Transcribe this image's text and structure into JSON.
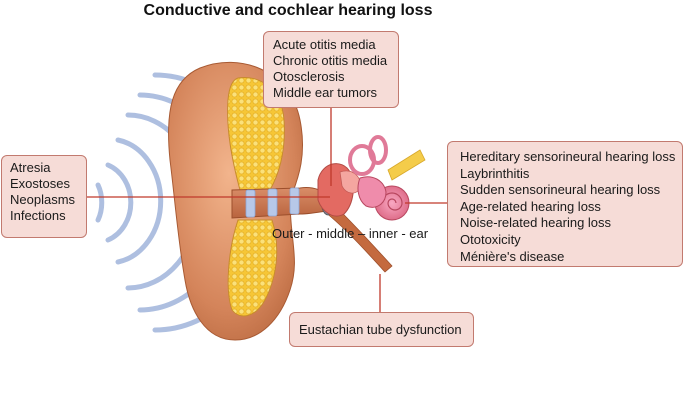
{
  "title": "Conductive and cochlear hearing loss",
  "ear_caption": "Outer - middle – inner - ear",
  "boxes": {
    "outer": {
      "items": [
        "Atresia",
        "Exostoses",
        "Neoplasms",
        "Infections"
      ]
    },
    "middle": {
      "items": [
        "Acute otitis media",
        "Chronic otitis media",
        "Otosclerosis",
        "Middle ear tumors"
      ]
    },
    "inner": {
      "items": [
        "Hereditary sensorineural hearing loss",
        "Laybrinthitis",
        "Sudden sensorineural hearing loss",
        "Age-related hearing loss",
        "Noise-related hearing loss",
        "Ototoxicity",
        "Ménière's disease"
      ]
    },
    "tube": {
      "items": [
        "Eustachian tube dysfunction"
      ]
    }
  },
  "colors": {
    "box_fill": "#f6dcd7",
    "box_border": "#c27a6f",
    "leader_line": "#c0392b",
    "sound_wave": "#aebfe0",
    "auricle": "#d88a5e",
    "fat_tissue": "#f4c430"
  }
}
